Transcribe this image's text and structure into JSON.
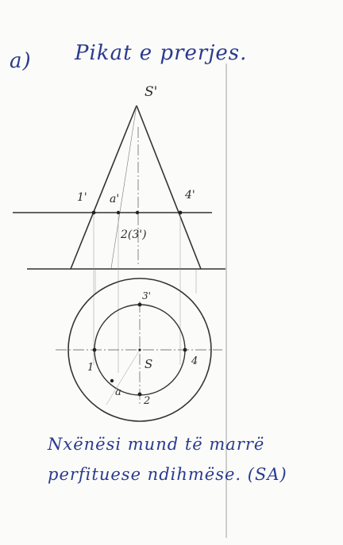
{
  "heading": {
    "label": "a)",
    "title": "Pikat e prerjes."
  },
  "front_view_labels": {
    "apex": "S'",
    "p1": "1'",
    "pa": "a'",
    "p4": "4'",
    "p23": "2(3')"
  },
  "top_view_labels": {
    "p3": "3'",
    "p1": "1",
    "center": "S",
    "p4": "4",
    "pa": "a",
    "p2": "2"
  },
  "note": {
    "line1": "Nxënësi mund të marrë",
    "line2": "perfituese ndihmëse. (SA)"
  },
  "colors": {
    "ink": "#2a3a8f",
    "pencil": "#333333",
    "paper": "#fbfbf9"
  }
}
